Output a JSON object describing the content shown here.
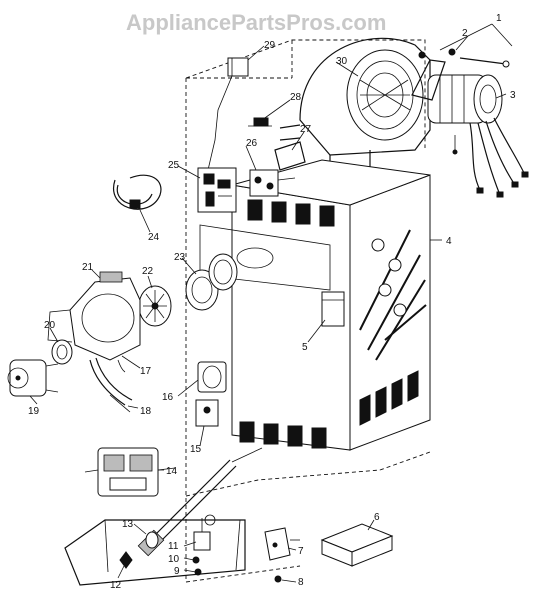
{
  "watermark": "AppliancePartsPros.com",
  "callouts": [
    "1",
    "2",
    "3",
    "4",
    "5",
    "6",
    "7",
    "8",
    "9",
    "10",
    "11",
    "12",
    "13",
    "14",
    "15",
    "16",
    "17",
    "18",
    "19",
    "20",
    "21",
    "22",
    "23",
    "24",
    "25",
    "26",
    "27",
    "28",
    "29",
    "30"
  ]
}
